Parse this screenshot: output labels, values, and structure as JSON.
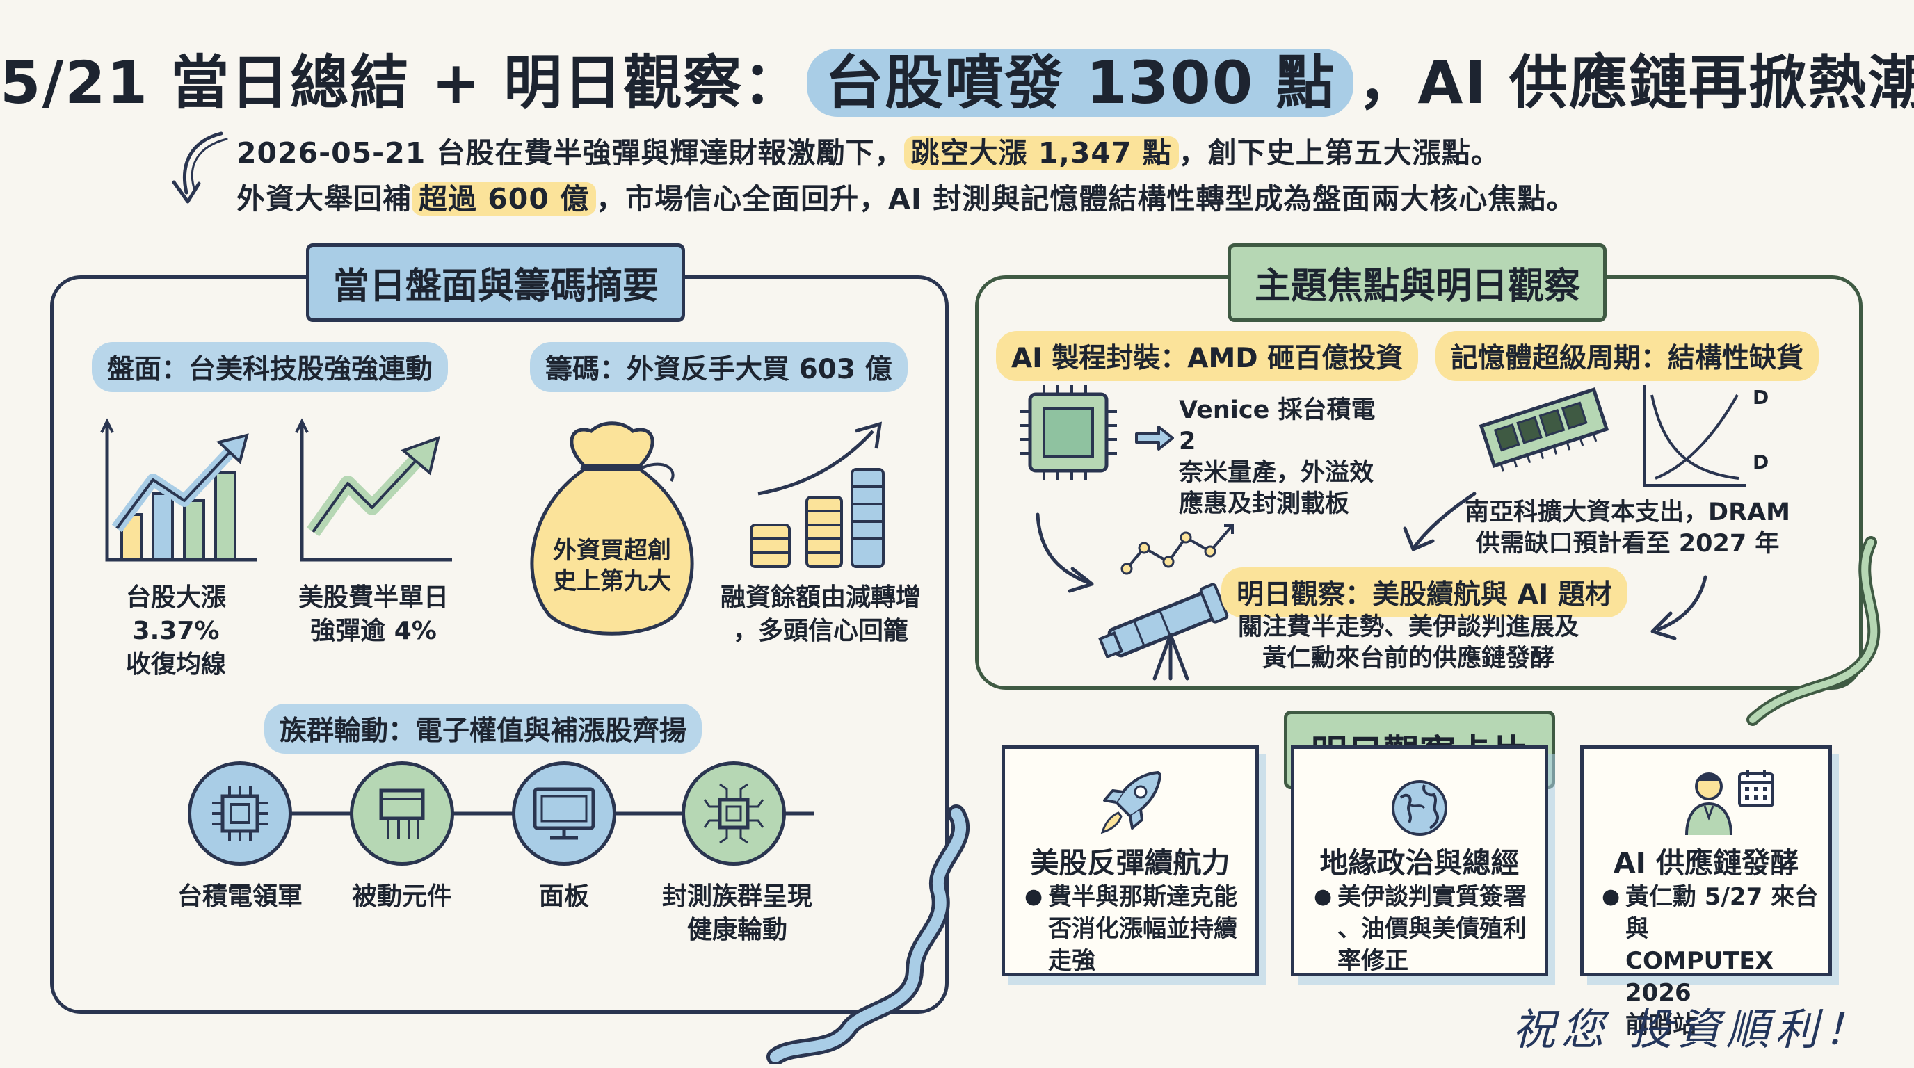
{
  "title": {
    "before": "5/21 當日總結 + 明日觀察：",
    "highlight": "台股噴發 1300 點",
    "after": "，AI 供應鏈再掀熱潮"
  },
  "intro": {
    "line1_a": "2026-05-21 台股在費半強彈與輝達財報激勵下，",
    "line1_hl": "跳空大漲 1,347 點",
    "line1_b": "，創下史上第五大漲點。",
    "line2_a": "外資大舉回補",
    "line2_hl": "超過 600 億",
    "line2_b": "，市場信心全面回升，AI 封測與記憶體結構性轉型成為盤面兩大核心焦點。"
  },
  "left_panel": {
    "header": "當日盤面與籌碼摘要",
    "market": {
      "pill": "盤面：台美科技股強強連動",
      "items": [
        {
          "label_lines": [
            "台股大漲 3.37%",
            "收復均線"
          ],
          "icon": "bar-chart-up-icon"
        },
        {
          "label_lines": [
            "美股費半單日",
            "強彈逾 4%"
          ],
          "icon": "line-chart-up-icon"
        }
      ]
    },
    "chips": {
      "pill": "籌碼：外資反手大買 603 億",
      "bag_text": [
        "外資買超創",
        "史上第九大"
      ],
      "coins_label": [
        "融資餘額由減轉增",
        "，多頭信心回籠"
      ]
    },
    "rotation": {
      "pill": "族群輪動：電子權值與補漲股齊揚",
      "items": [
        {
          "label_lines": [
            "台積電領軍"
          ],
          "icon": "chip-icon",
          "color": "#a9cde6"
        },
        {
          "label_lines": [
            "被動元件"
          ],
          "icon": "capacitor-icon",
          "color": "#b6d7b4"
        },
        {
          "label_lines": [
            "面板"
          ],
          "icon": "monitor-icon",
          "color": "#a9cde6"
        },
        {
          "label_lines": [
            "封測族群呈現",
            "健康輪動"
          ],
          "icon": "circuit-chip-icon",
          "color": "#b6d7b4"
        }
      ]
    }
  },
  "right_panel": {
    "header": "主題焦點與明日觀察",
    "ai_pill": "AI 製程封裝：AMD 砸百億投資",
    "ai_text": [
      "Venice 採台積電 2",
      "奈米量產，外溢效",
      "應惠及封測載板"
    ],
    "memory_pill": "記憶體超級周期：結構性缺貨",
    "memory_axis_labels": [
      "D",
      "D"
    ],
    "memory_text": [
      "南亞科擴大資本支出，DRAM",
      "供需缺口預計看至 2027 年"
    ],
    "tomorrow_pill": "明日觀察：美股續航與 AI 題材",
    "tomorrow_text": [
      "關注費半走勢、美伊談判進展及",
      "黃仁勳來台前的供應鏈發酵"
    ]
  },
  "cards_header": "明日觀察卡片",
  "cards": [
    {
      "title": "美股反彈續航力",
      "icon": "rocket-icon",
      "lines": [
        "費半與那斯達克能",
        "否消化漲幅並持續",
        "走強"
      ]
    },
    {
      "title": "地緣政治與總經",
      "icon": "globe-icon",
      "lines": [
        "美伊談判實質簽署",
        "、油價與美債殖利",
        "率修正"
      ]
    },
    {
      "title": "AI 供應鏈發酵",
      "icon": "person-calendar-icon",
      "lines": [
        "黃仁勳 5/27 來台與",
        "COMPUTEX 2026",
        "前哨站"
      ]
    }
  ],
  "signoff": "祝您 投資順利！",
  "colors": {
    "blue": "#a9cde6",
    "green": "#b6d7b4",
    "yellow": "#fbe39a",
    "navy": "#2a3550",
    "dark_green": "#3f5a43"
  }
}
